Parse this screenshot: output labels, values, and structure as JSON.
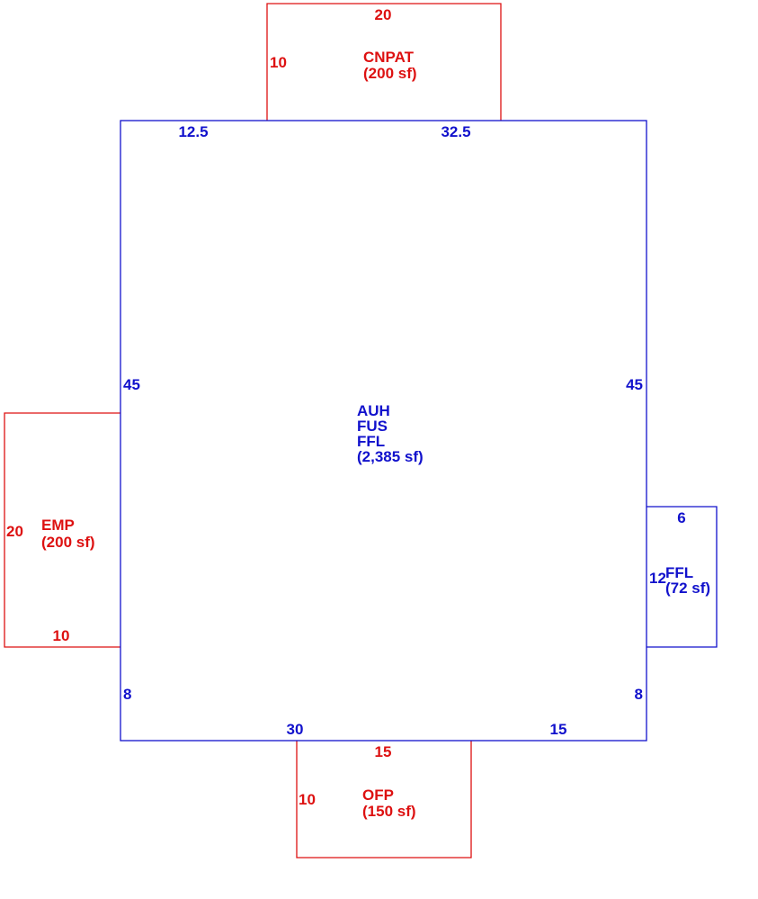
{
  "colors": {
    "exterior_area": "#dd1111",
    "living_area": "#1111cc"
  },
  "main_area": {
    "codes": [
      "AUH",
      "FUS",
      "FFL"
    ],
    "area": "(2,385 sf)",
    "dims": {
      "top_left": "12.5",
      "top_right": "32.5",
      "left_upper": "45",
      "right_upper": "45",
      "left_lower": "8",
      "right_lower": "8",
      "bottom_left": "30",
      "bottom_right": "15"
    }
  },
  "cnpat": {
    "code": "CNPAT",
    "area": "(200 sf)",
    "dims": {
      "top": "20",
      "left": "10"
    }
  },
  "emp": {
    "code": "EMP",
    "area": "(200 sf)",
    "dims": {
      "left": "20",
      "bottom": "10"
    }
  },
  "ofp": {
    "code": "OFP",
    "area": "(150 sf)",
    "dims": {
      "top": "15",
      "left": "10"
    }
  },
  "ffl_addition": {
    "code": "FFL",
    "area": "(72 sf)",
    "dims": {
      "top": "6",
      "left": "12"
    }
  }
}
